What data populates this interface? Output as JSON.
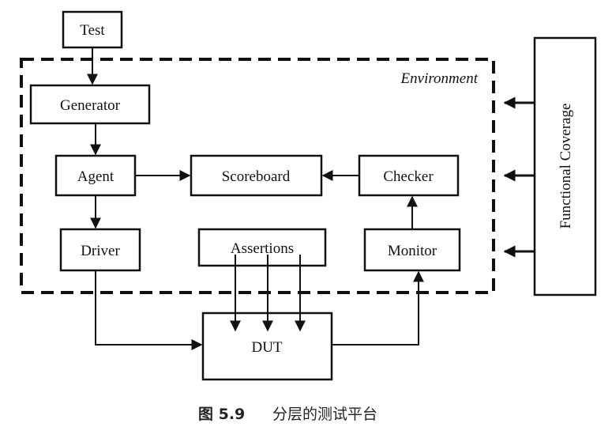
{
  "diagram": {
    "environment_label": "Environment",
    "blocks": {
      "test": "Test",
      "generator": "Generator",
      "agent": "Agent",
      "scoreboard": "Scoreboard",
      "checker": "Checker",
      "driver": "Driver",
      "assertions": "Assertions",
      "monitor": "Monitor",
      "dut": "DUT",
      "functional_coverage": "Functional Coverage"
    }
  },
  "caption": {
    "number": "图 5.9",
    "text": "分层的测试平台"
  },
  "colors": {
    "line": "#111111",
    "background": "#ffffff"
  }
}
